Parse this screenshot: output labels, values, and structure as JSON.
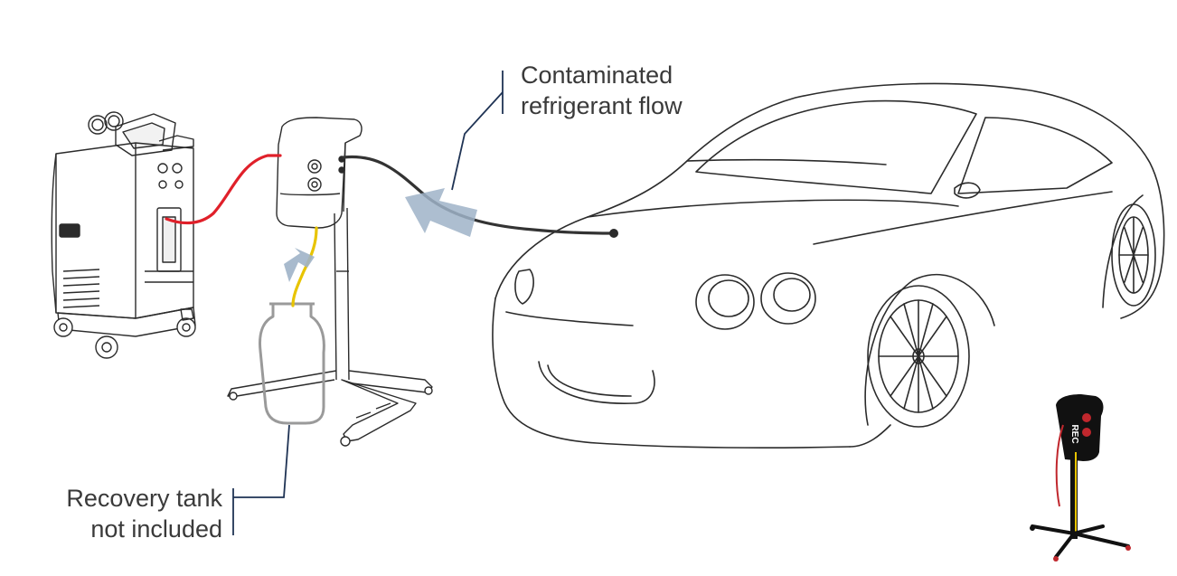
{
  "labels": {
    "flow": {
      "line1": "Contaminated",
      "line2": "refrigerant flow"
    },
    "tank": {
      "line1": "Recovery tank",
      "line2": "not included"
    }
  },
  "product_badge": "REC",
  "colors": {
    "outline": "#2b2b2b",
    "red_hose": "#e0202a",
    "black_hose": "#333333",
    "yellow_hose": "#e8c400",
    "flow_arrow": "#9fb3c8",
    "tank_outline": "#9a9a9a",
    "leader_line": "#1f3354",
    "product_body": "#111111",
    "product_accent": "#c0272d"
  }
}
